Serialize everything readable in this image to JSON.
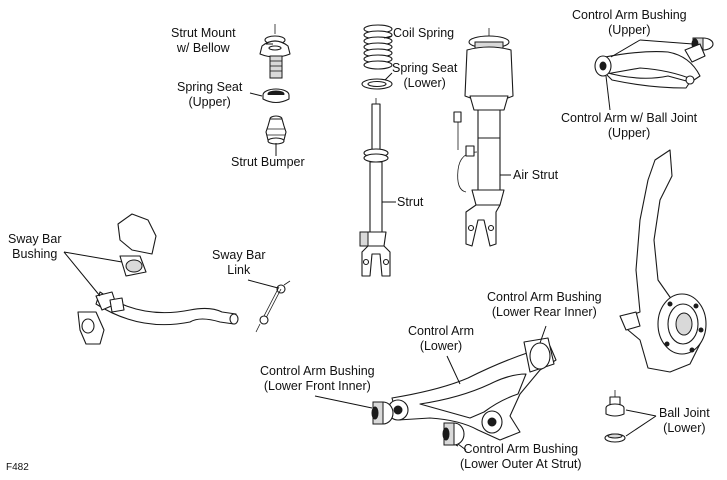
{
  "figure_id": "F482",
  "labels": {
    "strut_mount": [
      "Strut Mount",
      "w/ Bellow"
    ],
    "spring_seat_upper": [
      "Spring Seat",
      "(Upper)"
    ],
    "strut_bumper": [
      "Strut Bumper"
    ],
    "coil_spring": [
      "Coil Spring"
    ],
    "spring_seat_lower": [
      "Spring Seat",
      "(Lower)"
    ],
    "strut": [
      "Strut"
    ],
    "air_strut": [
      "Air Strut"
    ],
    "ca_bushing_upper": [
      "Control Arm Bushing",
      "(Upper)"
    ],
    "ca_ball_joint_upper": [
      "Control Arm w/ Ball Joint",
      "(Upper)"
    ],
    "sway_bar_bushing": [
      "Sway Bar",
      "Bushing"
    ],
    "sway_bar_link": [
      "Sway Bar",
      "Link"
    ],
    "ca_bushing_lower_rear": [
      "Control Arm Bushing",
      "(Lower Rear Inner)"
    ],
    "control_arm_lower": [
      "Control Arm",
      "(Lower)"
    ],
    "ca_bushing_lower_front": [
      "Control Arm Bushing",
      "(Lower Front Inner)"
    ],
    "ball_joint_lower": [
      "Ball Joint",
      "(Lower)"
    ],
    "ca_bushing_lower_outer": [
      "Control Arm Bushing",
      "(Lower Outer At Strut)"
    ]
  }
}
